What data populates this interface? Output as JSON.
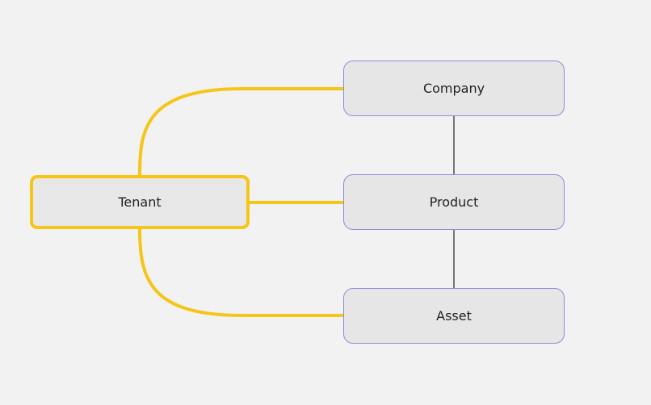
{
  "diagram": {
    "nodes": {
      "tenant": {
        "label": "Tenant"
      },
      "company": {
        "label": "Company"
      },
      "product": {
        "label": "Product"
      },
      "asset": {
        "label": "Asset"
      }
    },
    "edges": [
      {
        "from": "tenant",
        "to": "company",
        "style": "highlight"
      },
      {
        "from": "tenant",
        "to": "product",
        "style": "highlight"
      },
      {
        "from": "tenant",
        "to": "asset",
        "style": "highlight"
      },
      {
        "from": "company",
        "to": "product",
        "style": "plain"
      },
      {
        "from": "product",
        "to": "asset",
        "style": "plain"
      }
    ]
  },
  "colors": {
    "background": "#f2f2f2",
    "highlight": "#f5c518",
    "node_fill": "#e6e6e6",
    "node_border": "#8a8fd6",
    "plain_connector": "#222222"
  }
}
